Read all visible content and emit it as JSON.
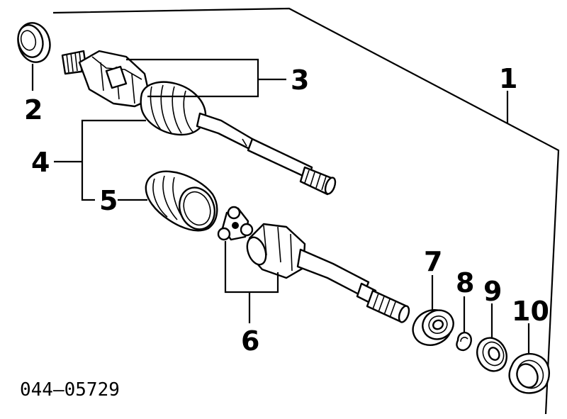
{
  "diagram": {
    "code": "044–05729",
    "callouts": [
      {
        "id": "1",
        "label": "1"
      },
      {
        "id": "2",
        "label": "2"
      },
      {
        "id": "3",
        "label": "3"
      },
      {
        "id": "4",
        "label": "4"
      },
      {
        "id": "5",
        "label": "5"
      },
      {
        "id": "6",
        "label": "6"
      },
      {
        "id": "7",
        "label": "7"
      },
      {
        "id": "8",
        "label": "8"
      },
      {
        "id": "9",
        "label": "9"
      },
      {
        "id": "10",
        "label": "10"
      }
    ]
  }
}
